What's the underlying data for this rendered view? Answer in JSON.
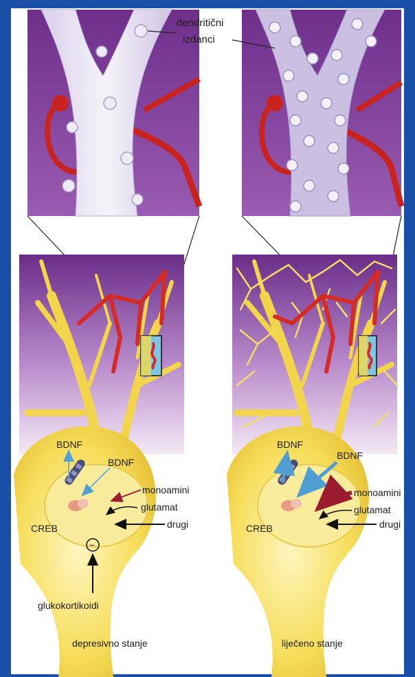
{
  "labels": {
    "dendritic_spines_line1": "dendritični",
    "dendritic_spines_line2": "izdanci",
    "left": {
      "bdnf_a": "BDNF",
      "bdnf_b": "BDNF",
      "monoamines": "monoamini",
      "glutamate": "glutamat",
      "other": "drugi",
      "creb": "CREB",
      "minus": "−",
      "glucocorticoids": "glukokortikoidi",
      "caption": "depresivno stanje"
    },
    "right": {
      "bdnf_a": "BDNF",
      "bdnf_b": "BDNF",
      "monoamines": "monoamini",
      "glutamate": "glutamat",
      "other": "drugi",
      "creb": "CREB",
      "caption": "liječeno stanje"
    }
  },
  "colors": {
    "background": "#1a4fa8",
    "panel": "#ffffff",
    "purple_top": "#6a2f86",
    "purple_bottom": "#e6d3ec",
    "neuron": "#f3d84e",
    "vessel": "#d62a26",
    "arrow_bdnf": "#5aa6d6",
    "arrow_monoamine": "#9b1c2e"
  }
}
